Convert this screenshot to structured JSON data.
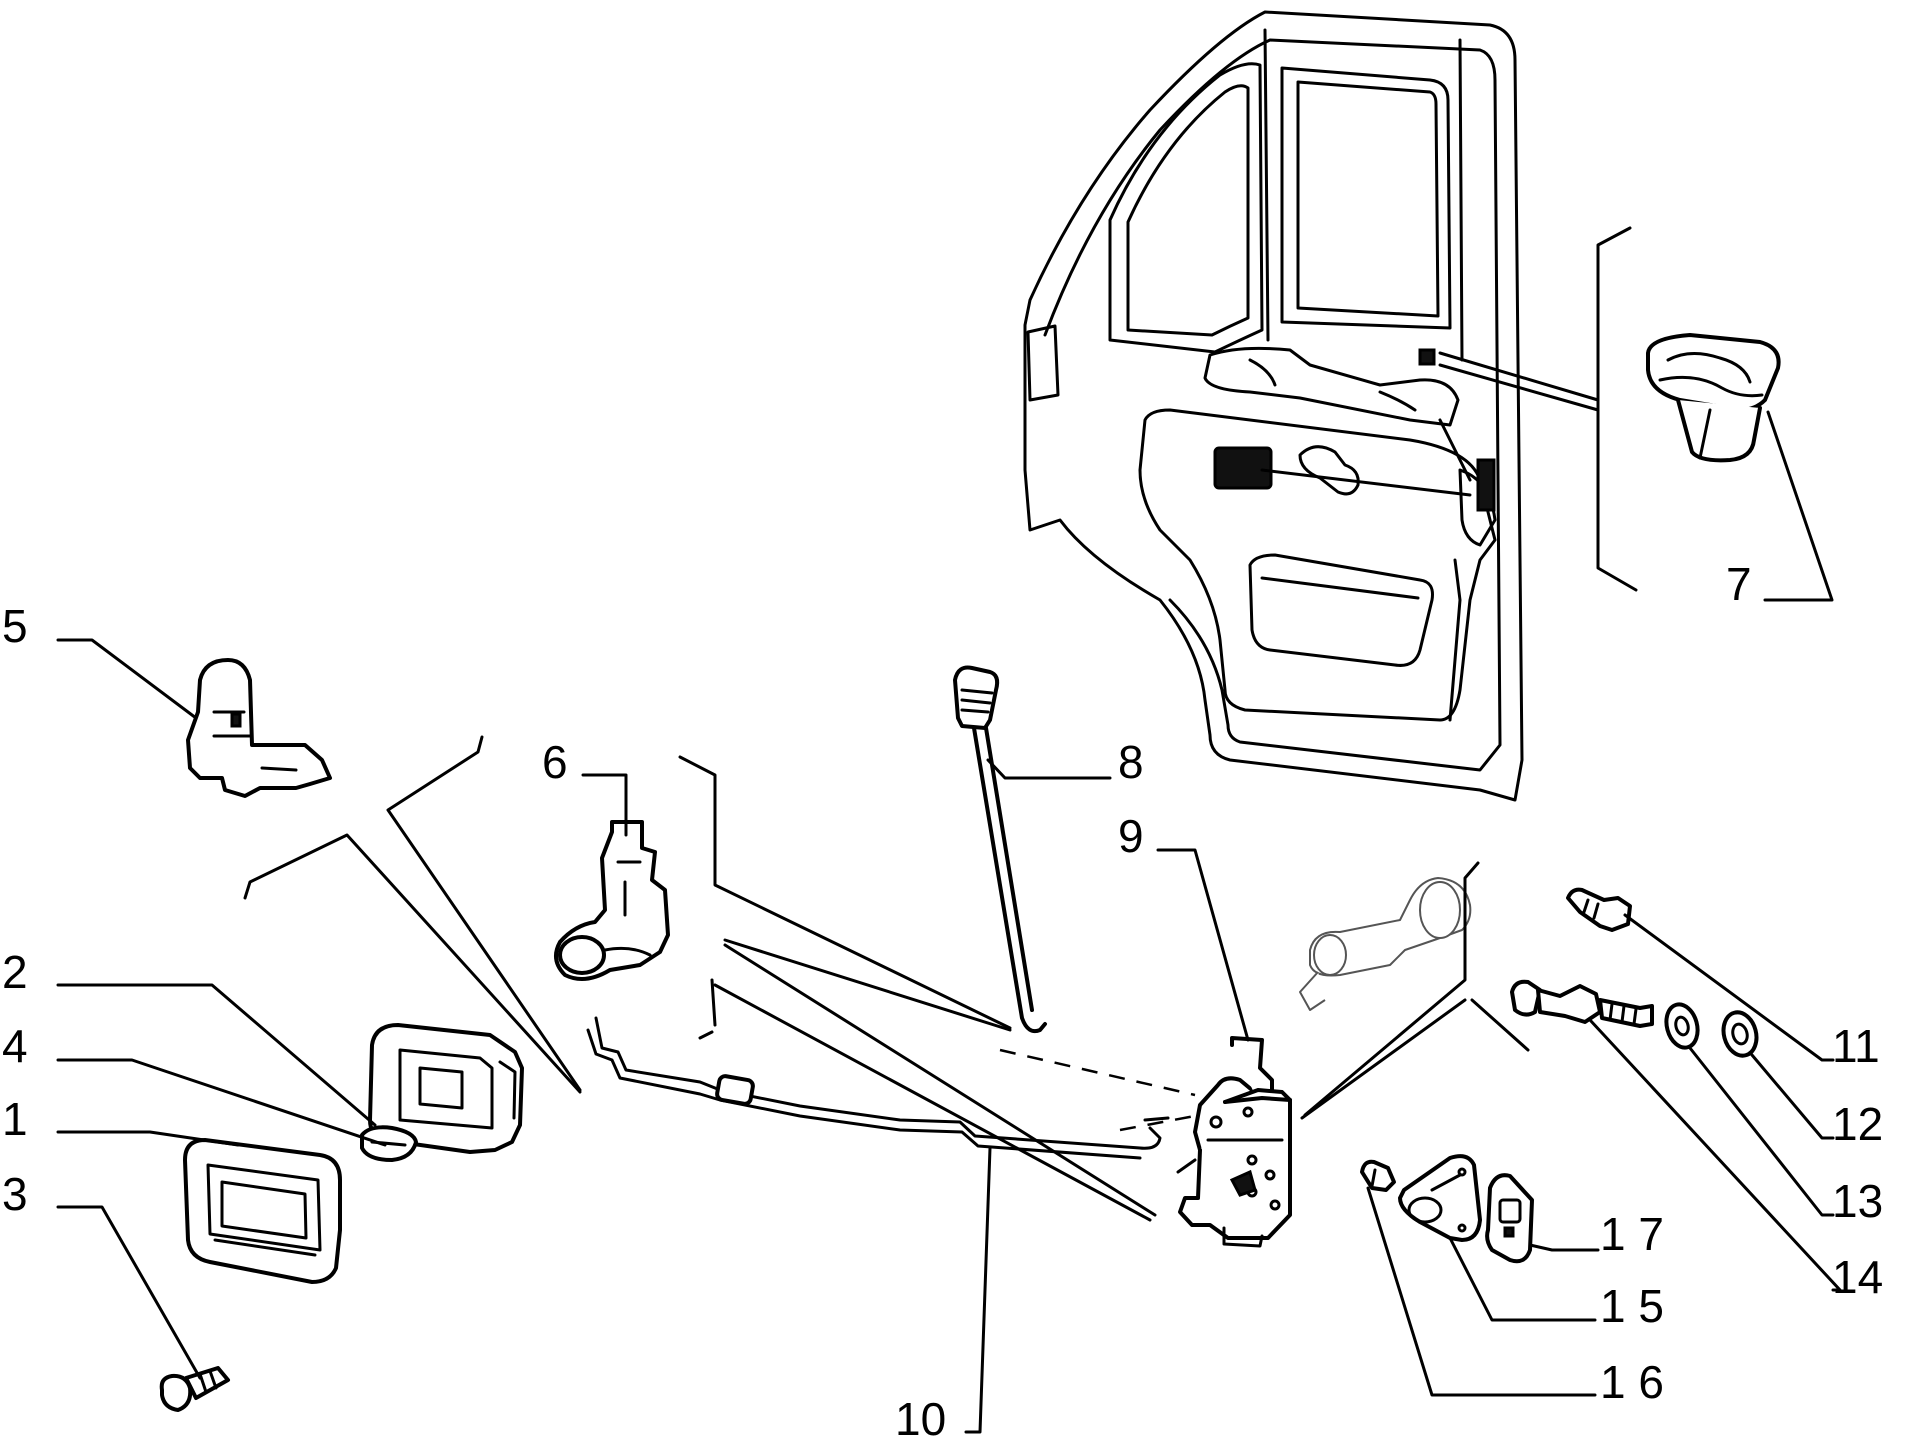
{
  "diagram": {
    "callouts": [
      {
        "id": "1",
        "label": "1"
      },
      {
        "id": "2",
        "label": "2"
      },
      {
        "id": "3",
        "label": "3"
      },
      {
        "id": "4",
        "label": "4"
      },
      {
        "id": "5",
        "label": "5"
      },
      {
        "id": "6",
        "label": "6"
      },
      {
        "id": "7",
        "label": "7"
      },
      {
        "id": "8",
        "label": "8"
      },
      {
        "id": "9",
        "label": "9"
      },
      {
        "id": "10",
        "label": "10"
      },
      {
        "id": "11",
        "label": "11"
      },
      {
        "id": "12",
        "label": "12"
      },
      {
        "id": "13",
        "label": "13"
      },
      {
        "id": "14",
        "label": "14"
      },
      {
        "id": "15",
        "label": "1 5"
      },
      {
        "id": "16",
        "label": "1 6"
      },
      {
        "id": "17",
        "label": "1 7"
      }
    ]
  }
}
